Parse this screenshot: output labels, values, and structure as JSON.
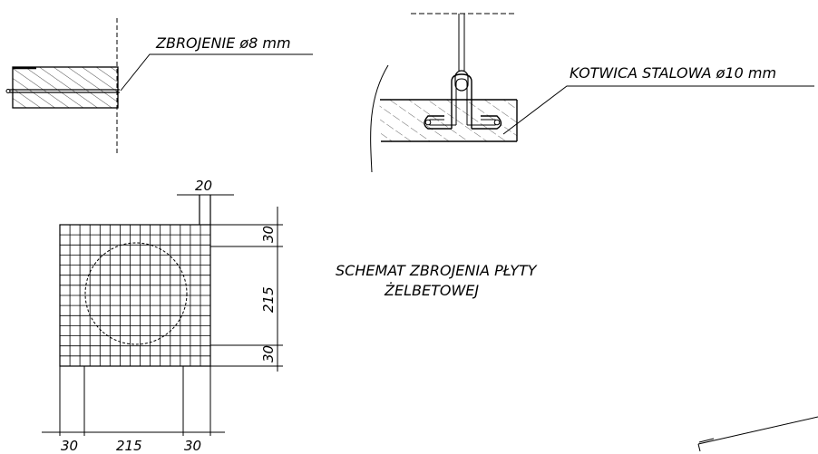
{
  "labels": {
    "zbrojenie": "ZBROJENIE ø8 mm",
    "kotwica": "KOTWICA STALOWA ø10 mm",
    "schemat_line1": "SCHEMAT ZBROJENIA PŁYTY",
    "schemat_line2": "ŻELBETOWEJ"
  },
  "dimensions": {
    "top_width": "20",
    "right_top": "30",
    "right_middle": "215",
    "right_bottom": "30",
    "bottom_left": "30",
    "bottom_middle": "215",
    "bottom_right": "30"
  }
}
